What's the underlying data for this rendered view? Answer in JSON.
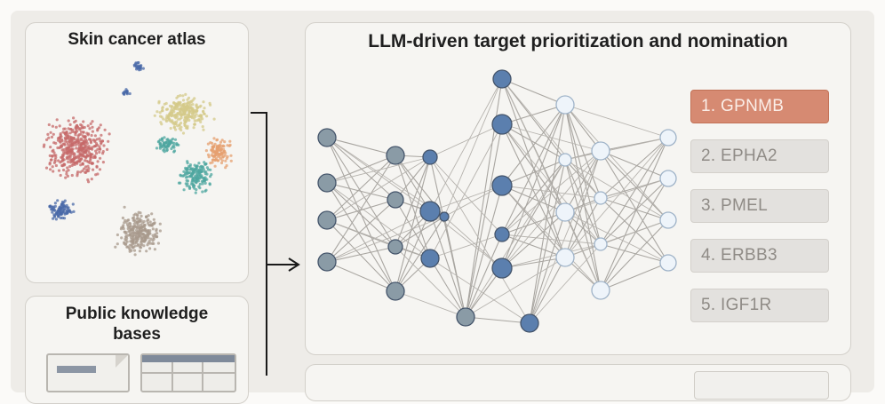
{
  "atlas": {
    "title": "Skin cancer atlas"
  },
  "knowledge": {
    "title_line1": "Public knowledge",
    "title_line2": "bases"
  },
  "prioritization": {
    "title": "LLM-driven target prioritization and nomination",
    "ranking": [
      {
        "label": "1. GPNMB",
        "highlight": true
      },
      {
        "label": "2. EPHA2",
        "highlight": false
      },
      {
        "label": "3. PMEL",
        "highlight": false
      },
      {
        "label": "4. ERBB3",
        "highlight": false
      },
      {
        "label": "5. IGF1R",
        "highlight": false
      }
    ]
  },
  "colors": {
    "highlight": "#d68a72",
    "node_gray": "#8a9ba6",
    "node_blue": "#5b7fae",
    "node_white": "#eef4fa",
    "cluster_red": "#c66a6a",
    "cluster_yellow": "#d4c98a",
    "cluster_teal": "#4fa7a0",
    "cluster_orange": "#e6a070",
    "cluster_navy": "#4a6aa8",
    "cluster_taupe": "#a89a8c"
  }
}
